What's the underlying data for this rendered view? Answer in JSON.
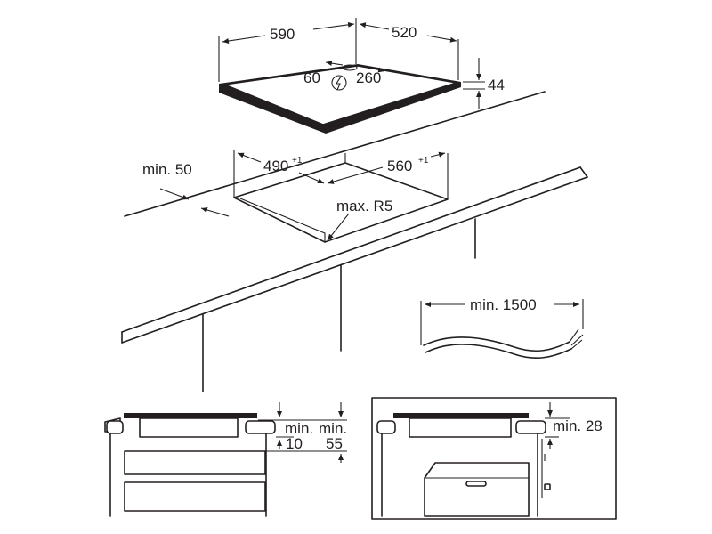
{
  "hob": {
    "width": "590",
    "depth": "520",
    "height": "44",
    "connection_offset": "60",
    "connection_depth": "260"
  },
  "cutout": {
    "width": "490",
    "width_tol": "+1",
    "depth": "560",
    "depth_tol": "+1",
    "radius": "max. R5",
    "front_edge": "min. 50"
  },
  "cable": {
    "length": "min. 1500"
  },
  "section_drawer": {
    "gap_below_hob": "min.",
    "gap_below_hob_value": "10",
    "gap_to_drawer": "min.",
    "gap_to_drawer_value": "55"
  },
  "section_oven": {
    "gap": "min. 28"
  },
  "symbols": {
    "electric": "lightning-bolt-icon"
  }
}
